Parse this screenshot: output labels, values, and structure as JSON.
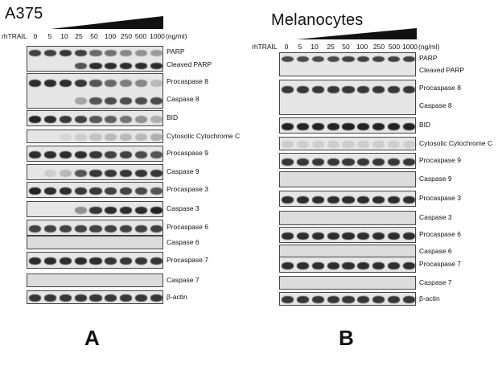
{
  "panels": [
    {
      "key": "a",
      "title": "A375",
      "dose_label": "rhTRAIL",
      "unit": "(ng/ml)",
      "doses": [
        "0",
        "5",
        "10",
        "25",
        "50",
        "100",
        "250",
        "500",
        "1000"
      ],
      "letter": "A",
      "rows": [
        {
          "labels": [
            "PARP",
            "Cleaved PARP"
          ],
          "bands": [
            {
              "intensity": [
                0.8,
                0.8,
                0.85,
                0.8,
                0.6,
                0.55,
                0.45,
                0.4,
                0.35
              ]
            },
            {
              "intensity": [
                0,
                0,
                0,
                0.7,
                0.9,
                0.9,
                0.9,
                0.9,
                0.9
              ]
            }
          ]
        },
        {
          "labels": [
            "Procaspase 8",
            "Caspase 8"
          ],
          "bands": [
            {
              "intensity": [
                0.9,
                0.9,
                0.9,
                0.85,
                0.7,
                0.6,
                0.5,
                0.45,
                0.2
              ]
            },
            {
              "intensity": [
                0,
                0,
                0,
                0.3,
                0.7,
                0.75,
                0.75,
                0.75,
                0.75
              ]
            }
          ]
        },
        {
          "labels": [
            "BID"
          ],
          "bands": [
            {
              "intensity": [
                0.95,
                0.9,
                0.85,
                0.8,
                0.7,
                0.65,
                0.55,
                0.4,
                0.25
              ]
            }
          ]
        },
        {
          "labels": [
            "Cytosolic Cytochrome C"
          ],
          "bands": [
            {
              "intensity": [
                0,
                0,
                0.05,
                0.1,
                0.15,
                0.2,
                0.2,
                0.2,
                0.25
              ]
            }
          ]
        },
        {
          "labels": [
            "Procaspase 9"
          ],
          "bands": [
            {
              "intensity": [
                0.9,
                0.9,
                0.9,
                0.9,
                0.85,
                0.8,
                0.8,
                0.75,
                0.7
              ]
            }
          ]
        },
        {
          "labels": [
            "Caspase 9"
          ],
          "bands": [
            {
              "intensity": [
                0,
                0.1,
                0.2,
                0.7,
                0.85,
                0.85,
                0.85,
                0.85,
                0.85
              ]
            }
          ]
        },
        {
          "labels": [
            "Procaspase 3"
          ],
          "bands": [
            {
              "intensity": [
                0.95,
                0.9,
                0.9,
                0.85,
                0.85,
                0.8,
                0.8,
                0.75,
                0.7
              ]
            }
          ]
        },
        {
          "labels": [
            "Caspase 3"
          ],
          "bands": [
            {
              "intensity": [
                0,
                0,
                0,
                0.4,
                0.85,
                0.9,
                0.9,
                0.9,
                0.95
              ]
            }
          ]
        },
        {
          "labels": [
            "Procaspase 6"
          ],
          "bands": [
            {
              "intensity": [
                0.8,
                0.8,
                0.8,
                0.8,
                0.8,
                0.8,
                0.8,
                0.8,
                0.8
              ]
            }
          ]
        },
        {
          "labels": [
            "Caspase 6"
          ],
          "bands": [
            {
              "intensity": [
                0,
                0,
                0,
                0,
                0,
                0,
                0,
                0,
                0
              ]
            }
          ]
        },
        {
          "labels": [
            "Procaspase 7"
          ],
          "bands": [
            {
              "intensity": [
                0.9,
                0.9,
                0.9,
                0.9,
                0.9,
                0.85,
                0.85,
                0.85,
                0.85
              ]
            }
          ]
        },
        {
          "labels": [
            "Caspase 7"
          ],
          "bands": [
            {
              "intensity": [
                0,
                0,
                0,
                0,
                0,
                0,
                0,
                0,
                0
              ]
            }
          ]
        },
        {
          "labels": [
            "β-actin"
          ],
          "bands": [
            {
              "intensity": [
                0.85,
                0.85,
                0.85,
                0.85,
                0.85,
                0.85,
                0.85,
                0.85,
                0.85
              ]
            }
          ]
        }
      ]
    },
    {
      "key": "b",
      "title": "Melanocytes",
      "dose_label": "rhTRAIL",
      "unit": "(ng/ml)",
      "doses": [
        "0",
        "5",
        "10",
        "25",
        "50",
        "100",
        "250",
        "500",
        "1000"
      ],
      "letter": "B",
      "rows": [
        {
          "labels": [
            "PARP",
            "Cleaved PARP"
          ],
          "bands": [
            {
              "intensity": [
                0.75,
                0.75,
                0.75,
                0.75,
                0.8,
                0.8,
                0.8,
                0.8,
                0.8
              ]
            },
            {
              "intensity": [
                0,
                0,
                0,
                0,
                0,
                0,
                0,
                0,
                0
              ]
            }
          ]
        },
        {
          "labels": [
            "Procaspase 8",
            "Caspase 8"
          ],
          "bands": [
            {
              "intensity": [
                0.85,
                0.85,
                0.85,
                0.85,
                0.85,
                0.85,
                0.85,
                0.85,
                0.85
              ]
            },
            {
              "intensity": [
                0,
                0,
                0,
                0,
                0,
                0,
                0,
                0,
                0
              ]
            }
          ]
        },
        {
          "labels": [
            "BID"
          ],
          "bands": [
            {
              "intensity": [
                0.95,
                0.95,
                0.95,
                0.95,
                0.95,
                0.95,
                0.95,
                0.95,
                0.95
              ]
            }
          ]
        },
        {
          "labels": [
            "Cytosolic Cytochrome C"
          ],
          "bands": [
            {
              "intensity": [
                0.1,
                0.1,
                0.1,
                0.1,
                0.1,
                0.1,
                0.1,
                0.1,
                0.1
              ]
            }
          ]
        },
        {
          "labels": [
            "Procaspase 9"
          ],
          "bands": [
            {
              "intensity": [
                0.85,
                0.85,
                0.85,
                0.85,
                0.85,
                0.85,
                0.85,
                0.85,
                0.85
              ]
            }
          ]
        },
        {
          "labels": [
            "Caspase 9"
          ],
          "bands": [
            {
              "intensity": [
                0,
                0,
                0,
                0,
                0,
                0,
                0,
                0,
                0
              ]
            }
          ]
        },
        {
          "labels": [
            "Procaspase 3"
          ],
          "bands": [
            {
              "intensity": [
                0.9,
                0.9,
                0.9,
                0.9,
                0.9,
                0.9,
                0.9,
                0.9,
                0.9
              ]
            }
          ]
        },
        {
          "labels": [
            "Caspase 3"
          ],
          "bands": [
            {
              "intensity": [
                0,
                0,
                0,
                0,
                0,
                0,
                0,
                0,
                0
              ]
            }
          ]
        },
        {
          "labels": [
            "Procaspase 6"
          ],
          "bands": [
            {
              "intensity": [
                0.9,
                0.9,
                0.9,
                0.9,
                0.9,
                0.9,
                0.9,
                0.9,
                0.9
              ]
            }
          ]
        },
        {
          "labels": [
            "Caspase 6"
          ],
          "bands": [
            {
              "intensity": [
                0,
                0,
                0,
                0,
                0,
                0,
                0,
                0,
                0
              ]
            }
          ]
        },
        {
          "labels": [
            "Procaspase 7"
          ],
          "bands": [
            {
              "intensity": [
                0.9,
                0.9,
                0.9,
                0.9,
                0.9,
                0.9,
                0.9,
                0.9,
                0.9
              ]
            }
          ]
        },
        {
          "labels": [
            "Caspase 7"
          ],
          "bands": [
            {
              "intensity": [
                0,
                0,
                0,
                0,
                0,
                0,
                0,
                0,
                0
              ]
            }
          ]
        },
        {
          "labels": [
            "β-actin"
          ],
          "bands": [
            {
              "intensity": [
                0.85,
                0.85,
                0.85,
                0.85,
                0.85,
                0.85,
                0.85,
                0.85,
                0.85
              ]
            }
          ]
        }
      ]
    }
  ]
}
